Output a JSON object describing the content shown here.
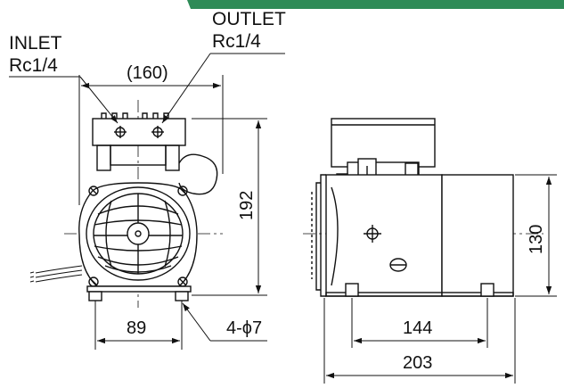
{
  "header": {
    "accent_color": "#2e8b57"
  },
  "labels": {
    "outlet_title": "OUTLET",
    "outlet_thread": "Rc1/4",
    "inlet_title": "INLET",
    "inlet_thread": "Rc1/4"
  },
  "dimensions": {
    "front_width": "(160)",
    "front_height": "192",
    "foot_spacing": "89",
    "mount_holes": "4-ϕ7",
    "side_height": "130",
    "side_foot_spacing": "144",
    "side_length": "203"
  },
  "colors": {
    "line": "#111111",
    "background": "#ffffff"
  }
}
